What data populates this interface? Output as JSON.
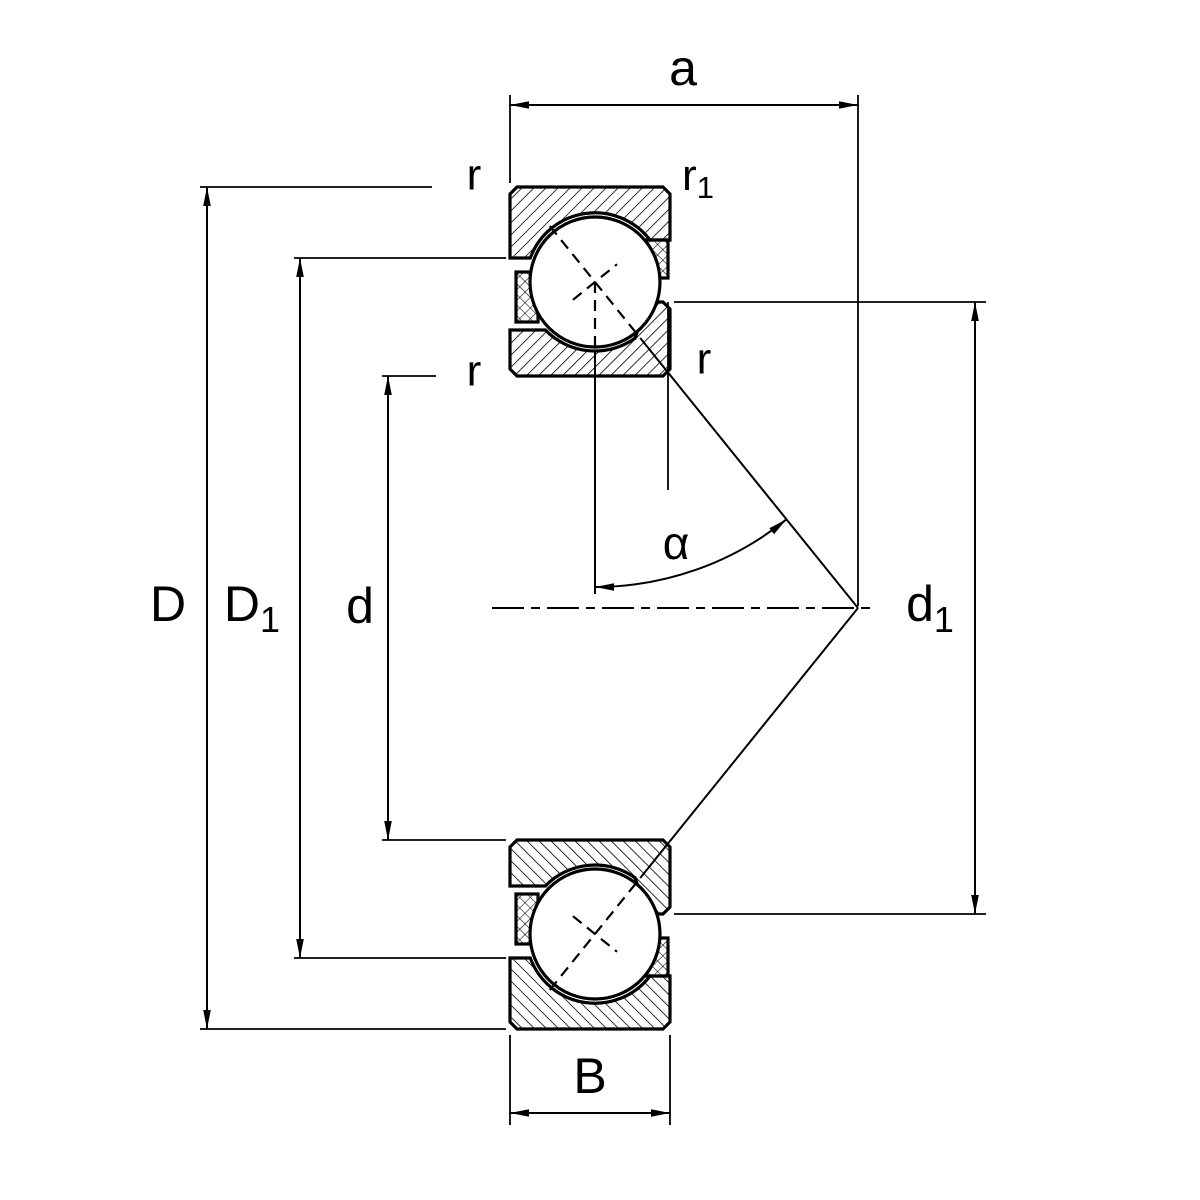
{
  "diagram": {
    "type": "technical-drawing",
    "subject": "Angular contact ball bearing cross-section with dimension annotations",
    "colors": {
      "line": "#000000",
      "background": "#ffffff"
    },
    "labels": {
      "a": "a",
      "B": "B",
      "D": "D",
      "d": "d",
      "alpha": "α",
      "D1": {
        "base": "D",
        "sub": "1"
      },
      "d1": {
        "base": "d",
        "sub": "1"
      },
      "r_outer_left": "r",
      "r1_outer_right": {
        "base": "r",
        "sub": "1"
      },
      "r_inner_left": "r",
      "r_inner_right": "r"
    }
  }
}
